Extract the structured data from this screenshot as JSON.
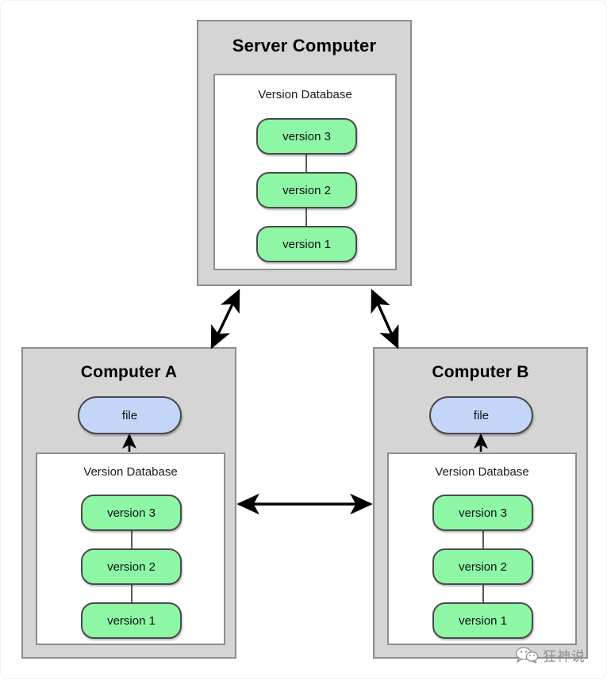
{
  "diagram": {
    "type": "centralized-version-control",
    "server": {
      "title": "Server Computer",
      "database": {
        "label": "Version Database",
        "versions": [
          "version 3",
          "version 2",
          "version 1"
        ]
      }
    },
    "clients": [
      {
        "title": "Computer A",
        "file_label": "file",
        "database": {
          "label": "Version Database",
          "versions": [
            "version 3",
            "version 2",
            "version 1"
          ]
        }
      },
      {
        "title": "Computer B",
        "file_label": "file",
        "database": {
          "label": "Version Database",
          "versions": [
            "version 3",
            "version 2",
            "version 1"
          ]
        }
      }
    ],
    "connections": [
      {
        "name": "server-to-computer-a",
        "style": "double-headed"
      },
      {
        "name": "server-to-computer-b",
        "style": "double-headed"
      },
      {
        "name": "computer-a-to-computer-b",
        "style": "double-headed"
      },
      {
        "name": "database-to-file-a",
        "style": "single-headed-up"
      },
      {
        "name": "database-to-file-b",
        "style": "single-headed-up"
      }
    ],
    "colors": {
      "panel_fill": "#d5d5d5",
      "panel_border": "#8d8d8d",
      "version_fill": "#8df7a6",
      "file_fill": "#c3d6f8",
      "node_border": "#4a4a4a",
      "arrow": "#000000",
      "background": "#ffffff"
    }
  },
  "watermark": {
    "text": "狂神说",
    "icon": "wechat-icon"
  }
}
